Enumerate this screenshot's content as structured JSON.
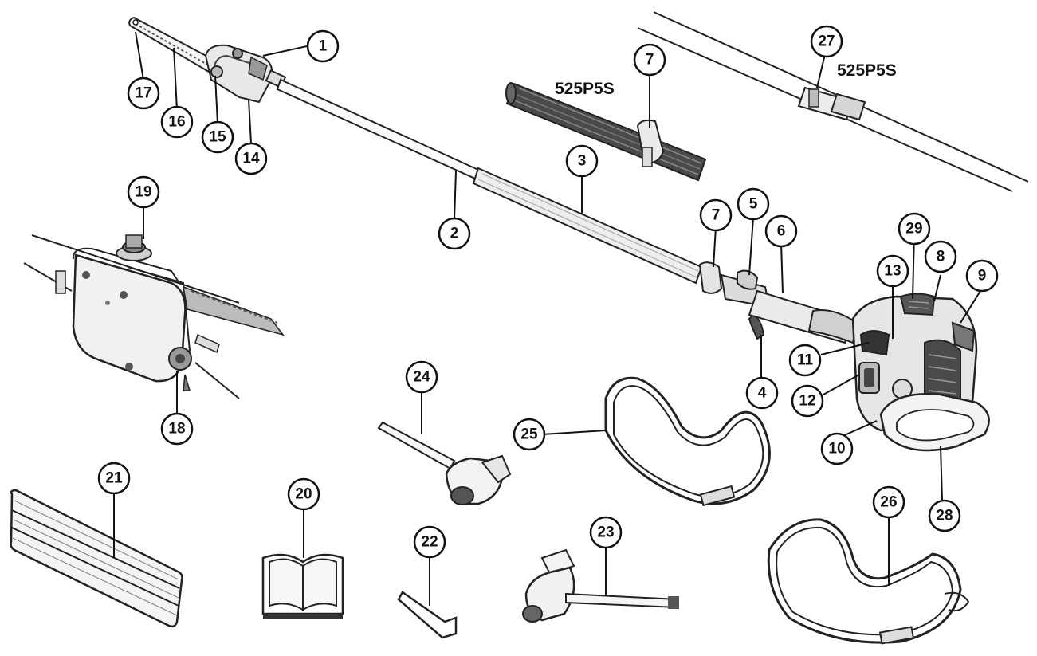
{
  "model_labels": {
    "shaft_top": "525P5S",
    "grip_detail": "525P5S"
  },
  "callouts": [
    "1",
    "2",
    "3",
    "4",
    "5",
    "6",
    "7",
    "7",
    "8",
    "9",
    "10",
    "11",
    "12",
    "13",
    "14",
    "15",
    "16",
    "17",
    "18",
    "19",
    "20",
    "21",
    "22",
    "23",
    "24",
    "25",
    "26",
    "27",
    "28",
    "29"
  ],
  "colors": {
    "line": "#222222",
    "fill_light": "#f2f2f2",
    "fill_mid": "#d9d9d9",
    "fill_dark": "#555555"
  }
}
